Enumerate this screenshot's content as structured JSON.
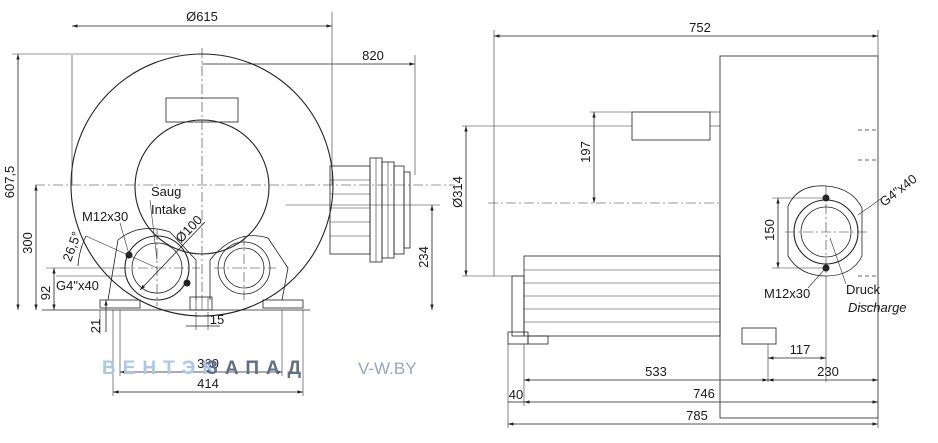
{
  "front_view": {
    "dim_diameter_615": "Ø615",
    "dim_820": "820",
    "dim_607_5": "607,5",
    "dim_300": "300",
    "dim_92": "92",
    "dim_234": "234",
    "dim_21": "21",
    "dim_15": "15",
    "dim_360": "360",
    "dim_414": "414",
    "dim_angle": "26,5°",
    "dim_diameter_100": "Ø100",
    "label_thread_top": "M12x30",
    "label_pipe_thread": "G4\"x40",
    "label_saug": "Saug",
    "label_intake": "Intake"
  },
  "side_view": {
    "dim_752": "752",
    "dim_diameter_314": "Ø314",
    "dim_197": "197",
    "dim_150": "150",
    "dim_117": "117",
    "dim_533": "533",
    "dim_230": "230",
    "dim_40": "40",
    "dim_746": "746",
    "dim_785": "785",
    "label_pipe_thread": "G4\"x40",
    "label_thread": "M12x30",
    "label_druck": "Druck",
    "label_discharge": "Discharge"
  },
  "watermark": {
    "brand_part1": "ВЕНТЭК",
    "brand_part2": "ЗАПАД",
    "site": "V-W.BY",
    "colors": {
      "part1": "#a9c8ea",
      "part2": "#5f6f86",
      "site": "#9aa6bd"
    }
  }
}
